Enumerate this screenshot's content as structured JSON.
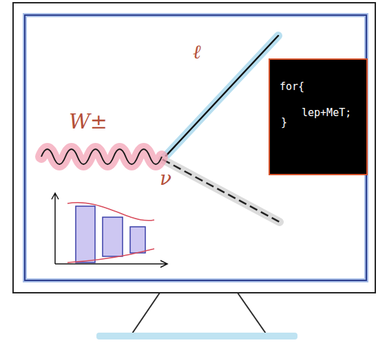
{
  "diagram": {
    "nodes": [
      {
        "text": [
          "for{",
          "lep+MeT;",
          "}"
        ]
      }
    ],
    "labels": [
      "W±",
      "ℓ",
      "ν"
    ]
  }
}
